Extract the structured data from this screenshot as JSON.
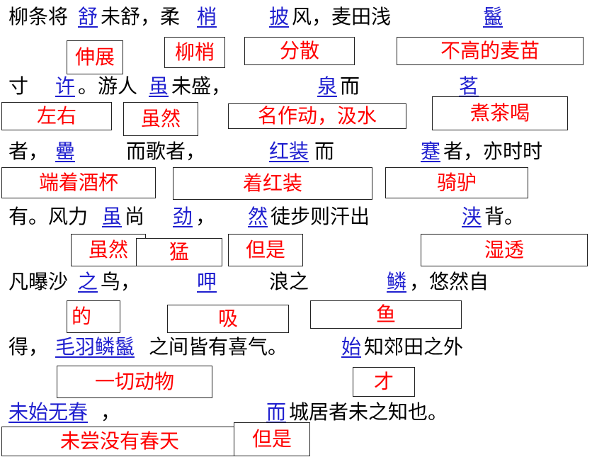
{
  "lines": [
    {
      "segments": [
        {
          "text": "柳条将",
          "kw": false
        },
        {
          "text": "舒",
          "kw": true
        },
        {
          "text": "未舒，柔",
          "kw": false
        },
        {
          "text": "梢",
          "kw": true
        },
        {
          "text": "披",
          "kw": true
        },
        {
          "text": "风，麦田浅",
          "kw": false
        },
        {
          "text": "鬣",
          "kw": true
        }
      ]
    },
    {
      "segments": [
        {
          "text": "寸",
          "kw": false
        },
        {
          "text": "许",
          "kw": true
        },
        {
          "text": "。游人",
          "kw": false
        },
        {
          "text": "虽",
          "kw": true
        },
        {
          "text": "未盛，",
          "kw": false
        },
        {
          "text": "泉",
          "kw": true
        },
        {
          "text": "而",
          "kw": false
        },
        {
          "text": "茗",
          "kw": true
        }
      ]
    },
    {
      "segments": [
        {
          "text": "者，",
          "kw": false
        },
        {
          "text": "罍",
          "kw": true
        },
        {
          "text": "而歌者，",
          "kw": false
        },
        {
          "text": "红装",
          "kw": true
        },
        {
          "text": "而",
          "kw": false
        },
        {
          "text": "蹇",
          "kw": true
        },
        {
          "text": "者，亦时时",
          "kw": false
        }
      ]
    },
    {
      "segments": [
        {
          "text": "有。风力",
          "kw": false
        },
        {
          "text": "虽",
          "kw": true
        },
        {
          "text": "尚",
          "kw": false
        },
        {
          "text": "劲",
          "kw": true
        },
        {
          "text": "，",
          "kw": false
        },
        {
          "text": "然",
          "kw": true
        },
        {
          "text": "徒步则汗出",
          "kw": false
        },
        {
          "text": "浃",
          "kw": true
        },
        {
          "text": "背。",
          "kw": false
        }
      ]
    },
    {
      "segments": [
        {
          "text": "凡曝沙",
          "kw": false
        },
        {
          "text": "之",
          "kw": true
        },
        {
          "text": "鸟，",
          "kw": false
        },
        {
          "text": "呷",
          "kw": true
        },
        {
          "text": "浪之",
          "kw": false
        },
        {
          "text": "鳞",
          "kw": true
        },
        {
          "text": "，悠然自",
          "kw": false
        }
      ]
    },
    {
      "segments": [
        {
          "text": "得，",
          "kw": false
        },
        {
          "text": "毛羽鳞鬣",
          "kw": true
        },
        {
          "text": "之间皆有喜气。",
          "kw": false
        },
        {
          "text": "始",
          "kw": true
        },
        {
          "text": "知郊田之外",
          "kw": false
        }
      ]
    },
    {
      "segments": [
        {
          "text": "未始无春",
          "kw": true
        },
        {
          "text": "，",
          "kw": false
        },
        {
          "text": "而",
          "kw": true
        },
        {
          "text": "城居者未之知也。",
          "kw": false
        }
      ]
    }
  ],
  "answers": [
    "伸展",
    "柳梢",
    "分散",
    "不高的麦苗",
    "左右",
    "虽然",
    "名作动，汲水",
    "煮茶喝",
    "端着酒杯",
    "着红装",
    "骑驴",
    "虽然",
    "猛",
    "但是",
    "湿透",
    "的",
    "吸",
    "鱼",
    "一切动物",
    "才",
    "未尝没有春天",
    "但是"
  ],
  "colors": {
    "keyword": "#1f1fcf",
    "answer": "#ff0000"
  }
}
